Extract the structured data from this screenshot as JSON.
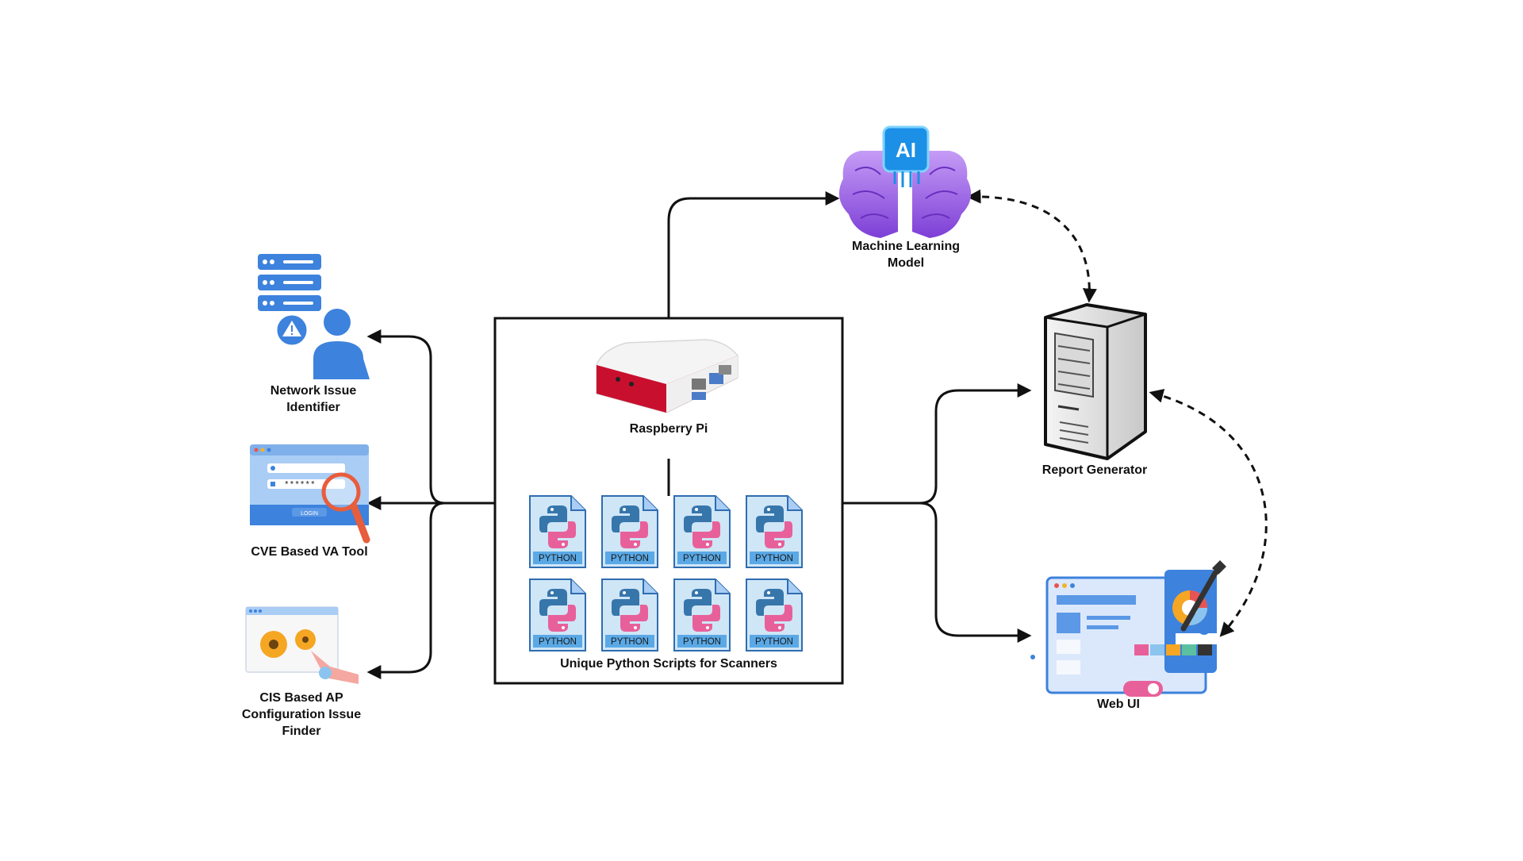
{
  "nodes": {
    "network_issue": "Network Issue\nIdentifier",
    "cve_tool": "CVE Based VA Tool",
    "cis_finder": "CIS Based AP\nConfiguration Issue\nFinder",
    "raspberry_pi": "Raspberry Pi",
    "python_scripts": "Unique Python Scripts for Scanners",
    "ml_model": "Machine Learning\nModel",
    "report_generator": "Report Generator",
    "web_ui": "Web UI"
  },
  "python_file_label": "PYTHON",
  "python_file_count": 8,
  "icon_text": {
    "ai_chip": "AI",
    "login_button": "LOGIN",
    "password_mask": "******"
  },
  "colors": {
    "line": "#111111",
    "icon_blue": "#3d82dd",
    "brain_purple": "#9b5de5",
    "pi_red": "#c8102e",
    "python_blue": "#3776ab",
    "python_pink": "#e8609a",
    "gear_orange": "#f5a623"
  }
}
